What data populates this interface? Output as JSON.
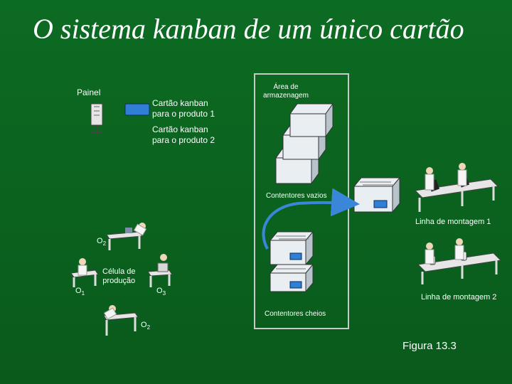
{
  "title": "O sistema kanban de um único cartão",
  "labels": {
    "painel": "Painel",
    "cartao_1": "Cartão kanban\npara o produto 1",
    "cartao_2": "Cartão kanban\npara o produto 2",
    "area": "Área de\narmazenagem",
    "vazios": "Contentores vazios",
    "cheios": "Contentores cheios",
    "linha_1": "Linha de montagem 1",
    "linha_2": "Linha de montagem 2",
    "celula": "Célula de\nprodução",
    "o2_top": "O",
    "o2_top_sub": "2",
    "o1": "O",
    "o1_sub": "1",
    "o3": "O",
    "o3_sub": "3",
    "o2_bottom": "O",
    "o2_bottom_sub": "2",
    "figura": "Figura 13.3"
  },
  "colors": {
    "background_top": "#0c6b22",
    "background_bottom": "#0a5a1c",
    "card": "#2f7fd6",
    "arrow": "#3a86d9",
    "container_light": "#e8eef2",
    "container_dark": "#b9c3cc",
    "border": "#c9c9c9"
  },
  "icons": [
    "kanban-board-icon",
    "kanban-card-icon",
    "worker-icon",
    "container-icon",
    "curved-arrow-icon"
  ]
}
